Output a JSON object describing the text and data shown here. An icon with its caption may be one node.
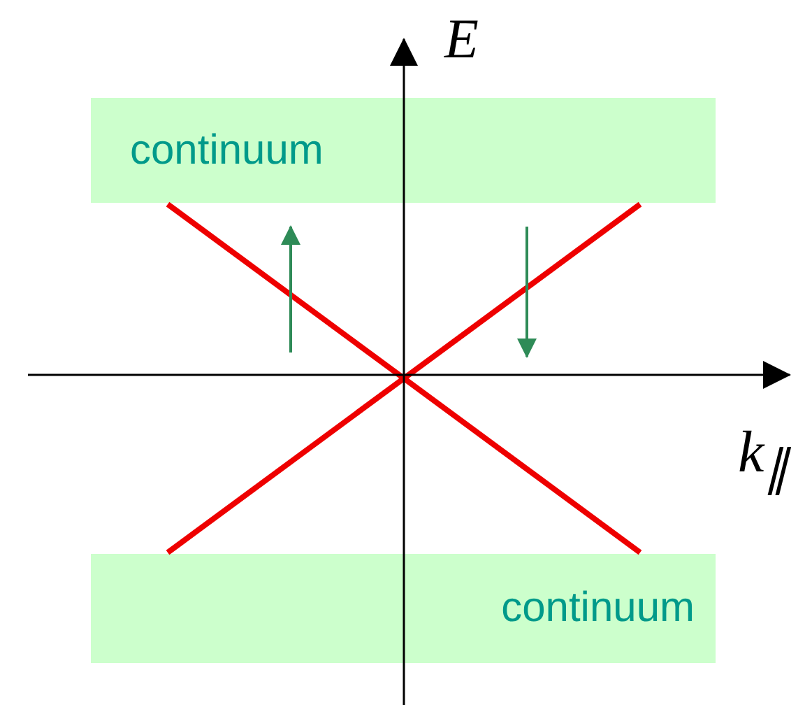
{
  "diagram": {
    "nodes": [
      {
        "text": [
          "continuum"
        ]
      },
      {
        "text": [
          "continuum"
        ]
      }
    ],
    "labels": [
      "E",
      "k$_{∥}$"
    ]
  }
}
